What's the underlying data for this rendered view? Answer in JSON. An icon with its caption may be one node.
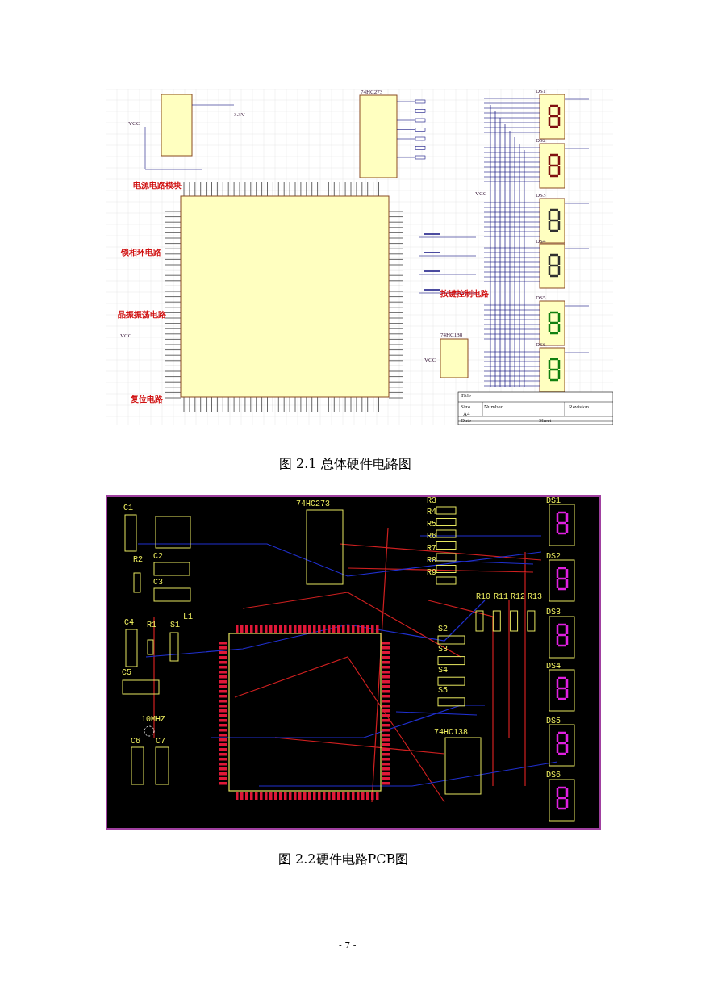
{
  "diagram": {
    "labels": [
      "电源电路模块",
      "锁相环电路",
      "晶振振荡电路",
      "复位电路",
      "按键控制电路",
      "74HC273",
      "74HC138",
      "VCC",
      "VCC",
      "VCC",
      "VCC",
      "3.3V",
      "DS1",
      "DS2",
      "DS3",
      "DS4",
      "DS5",
      "DS6",
      "Title",
      "Size",
      "Number",
      "Revision",
      "A4",
      "Date",
      "Sheet",
      "图 2.1 总体硬件电路图",
      "C1",
      "R2",
      "C2",
      "C3",
      "C4",
      "R1",
      "S1",
      "L1",
      "C5",
      "10MHZ",
      "C6",
      "C7",
      "74HC273",
      "R3",
      "R4",
      "R5",
      "R6",
      "R7",
      "R8",
      "R9",
      "R10",
      "R11",
      "R12",
      "R13",
      "S2",
      "S3",
      "S4",
      "S5",
      "74HC138",
      "DS1",
      "DS2",
      "DS3",
      "DS4",
      "DS5",
      "DS6",
      "图 2.2硬件电路PCB图",
      "- 7 -"
    ]
  }
}
